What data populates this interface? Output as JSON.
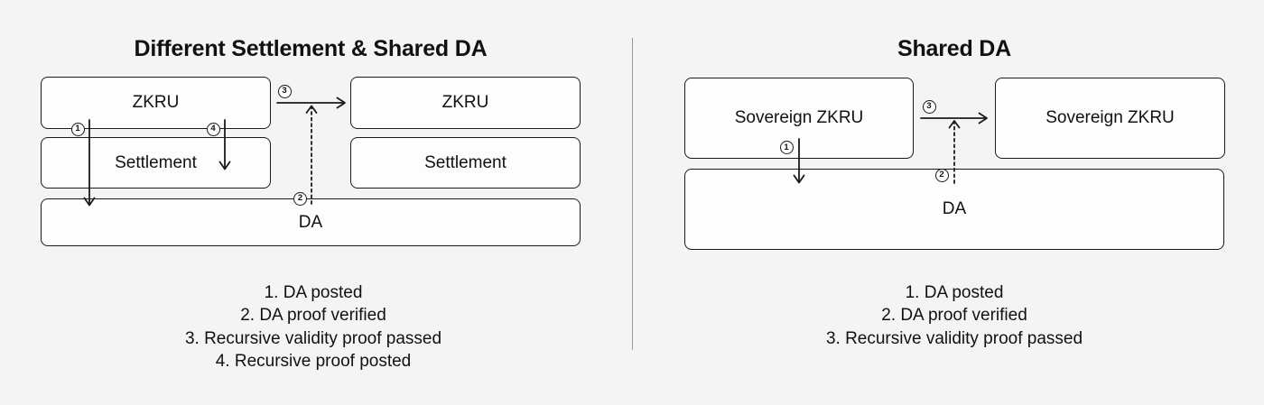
{
  "canvas": {
    "background_color": "#f4f4f5",
    "line_color": "#1a1a1a",
    "box_fill_color": "#fdfdfe"
  },
  "left_panel": {
    "title": "Different Settlement & Shared DA",
    "boxes": {
      "zkru_left": "ZKRU",
      "zkru_right": "ZKRU",
      "settlement_left": "Settlement",
      "settlement_right": "Settlement",
      "da": "DA"
    },
    "markers": {
      "m1": "1",
      "m2": "2",
      "m3": "3",
      "m4": "4"
    },
    "legend": [
      "1. DA posted",
      "2. DA proof verified",
      "3. Recursive validity proof passed",
      "4. Recursive proof posted"
    ]
  },
  "right_panel": {
    "title": "Shared DA",
    "boxes": {
      "sovereign_zkru_left": "Sovereign ZKRU",
      "sovereign_zkru_right": "Sovereign ZKRU",
      "da": "DA"
    },
    "markers": {
      "m1": "1",
      "m2": "2",
      "m3": "3"
    },
    "legend": [
      "1. DA posted",
      "2. DA proof verified",
      "3. Recursive validity proof passed"
    ]
  }
}
